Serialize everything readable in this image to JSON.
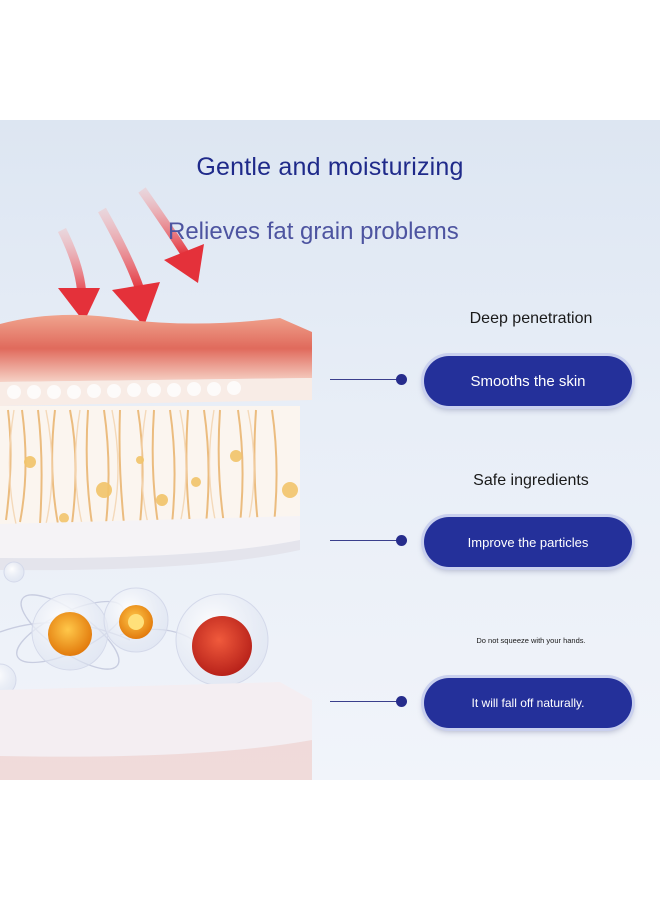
{
  "headline": "Gentle and moisturizing",
  "subheadline": "Relieves fat grain problems",
  "features": [
    {
      "label": "Deep penetration",
      "button": "Smooths the skin"
    },
    {
      "label": "Safe ingredients",
      "button": "Improve the particles"
    },
    {
      "label": "Do not squeeze with your hands.",
      "button": "It will fall off naturally."
    }
  ],
  "colors": {
    "accent": "#24309a",
    "headline": "#1f2a8a",
    "subheadline": "#4d54a0"
  },
  "illustration": "skin-layer-cross-section-with-red-arrows-and-particles"
}
